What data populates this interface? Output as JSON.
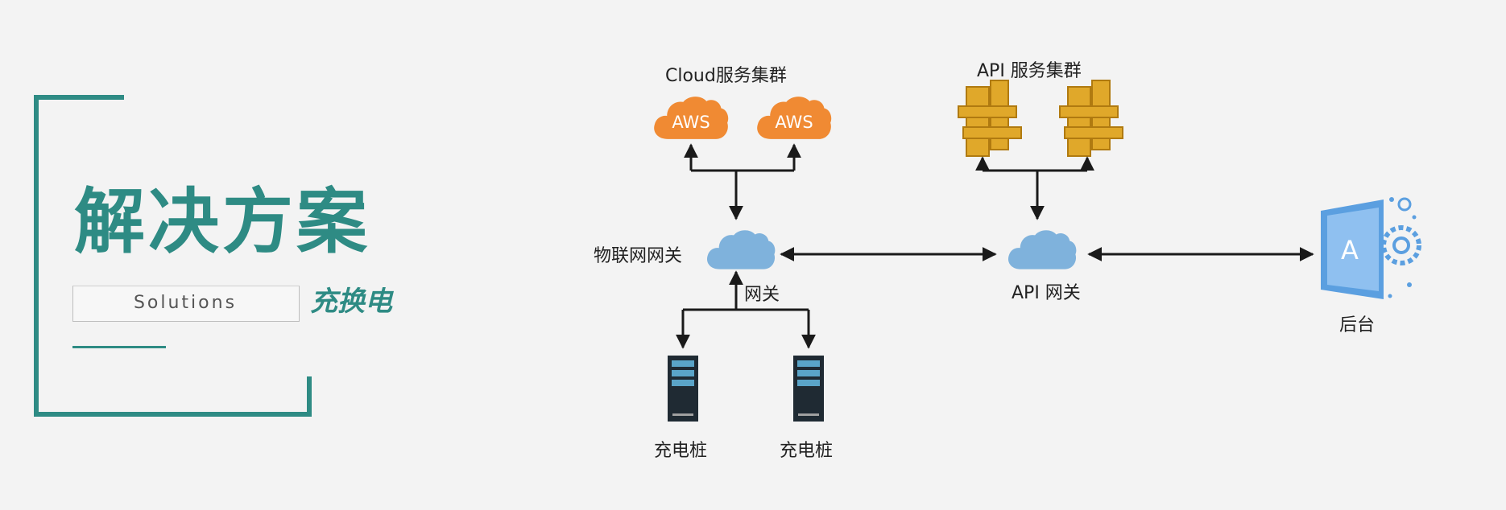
{
  "left_panel": {
    "title": "解决方案",
    "subtitle_en": "Solutions",
    "subtitle_cn": "充换电"
  },
  "diagram": {
    "cloud_cluster_label": "Cloud服务集群",
    "aws_label_1": "AWS",
    "aws_label_2": "AWS",
    "api_cluster_label": "API 服务集群",
    "iot_gateway_label": "物联网网关",
    "gateway_label": "网关",
    "api_gateway_label": "API 网关",
    "backend_label": "后台",
    "backend_icon_letter": "A",
    "charger_label_1": "充电桩",
    "charger_label_2": "充电桩"
  },
  "colors": {
    "accent": "#2e8b84",
    "aws_orange": "#f08a33",
    "cloud_blue": "#7fb2dc",
    "api_gold": "#e0a82a",
    "backend_blue": "#5b9fe0"
  }
}
